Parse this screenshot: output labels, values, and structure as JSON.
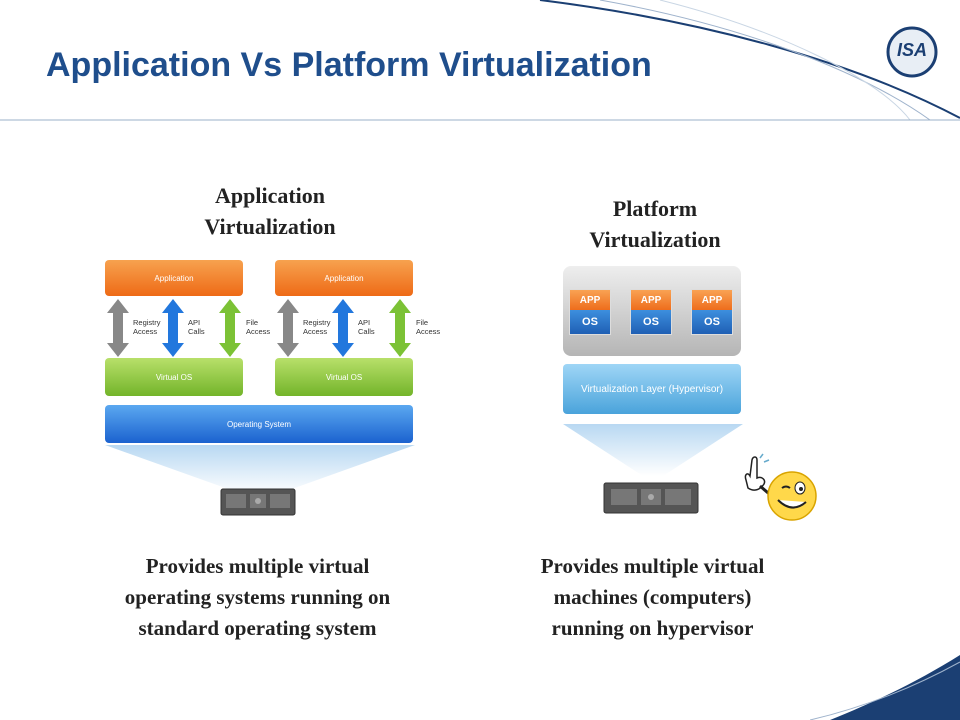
{
  "slide": {
    "title": "Application Vs Platform Virtualization",
    "logo_text": "ISA"
  },
  "left": {
    "heading_line1": "Application",
    "heading_line2": "Virtualization",
    "app_label": "Application",
    "registry_label_1": "Registry",
    "registry_label_2": "Access",
    "api_label_1": "API",
    "api_label_2": "Calls",
    "file_label_1": "File",
    "file_label_2": "Access",
    "virtual_os_label": "Virtual OS",
    "os_label": "Operating System",
    "desc_line1": "Provides multiple virtual",
    "desc_line2": "operating systems running on",
    "desc_line3": "standard operating system"
  },
  "right": {
    "heading_line1": "Platform",
    "heading_line2": "Virtualization",
    "vm_app_label": "APP",
    "vm_os_label": "OS",
    "hypervisor_label": "Virtualization Layer (Hypervisor)",
    "desc_line1": "Provides multiple virtual",
    "desc_line2": "machines (computers)",
    "desc_line3": "running on hypervisor"
  },
  "colors": {
    "title": "#1f4e8c",
    "swoosh": "#1b3f73",
    "orange": "#ee6a16",
    "green": "#73b42a",
    "blue": "#1b62cf"
  }
}
